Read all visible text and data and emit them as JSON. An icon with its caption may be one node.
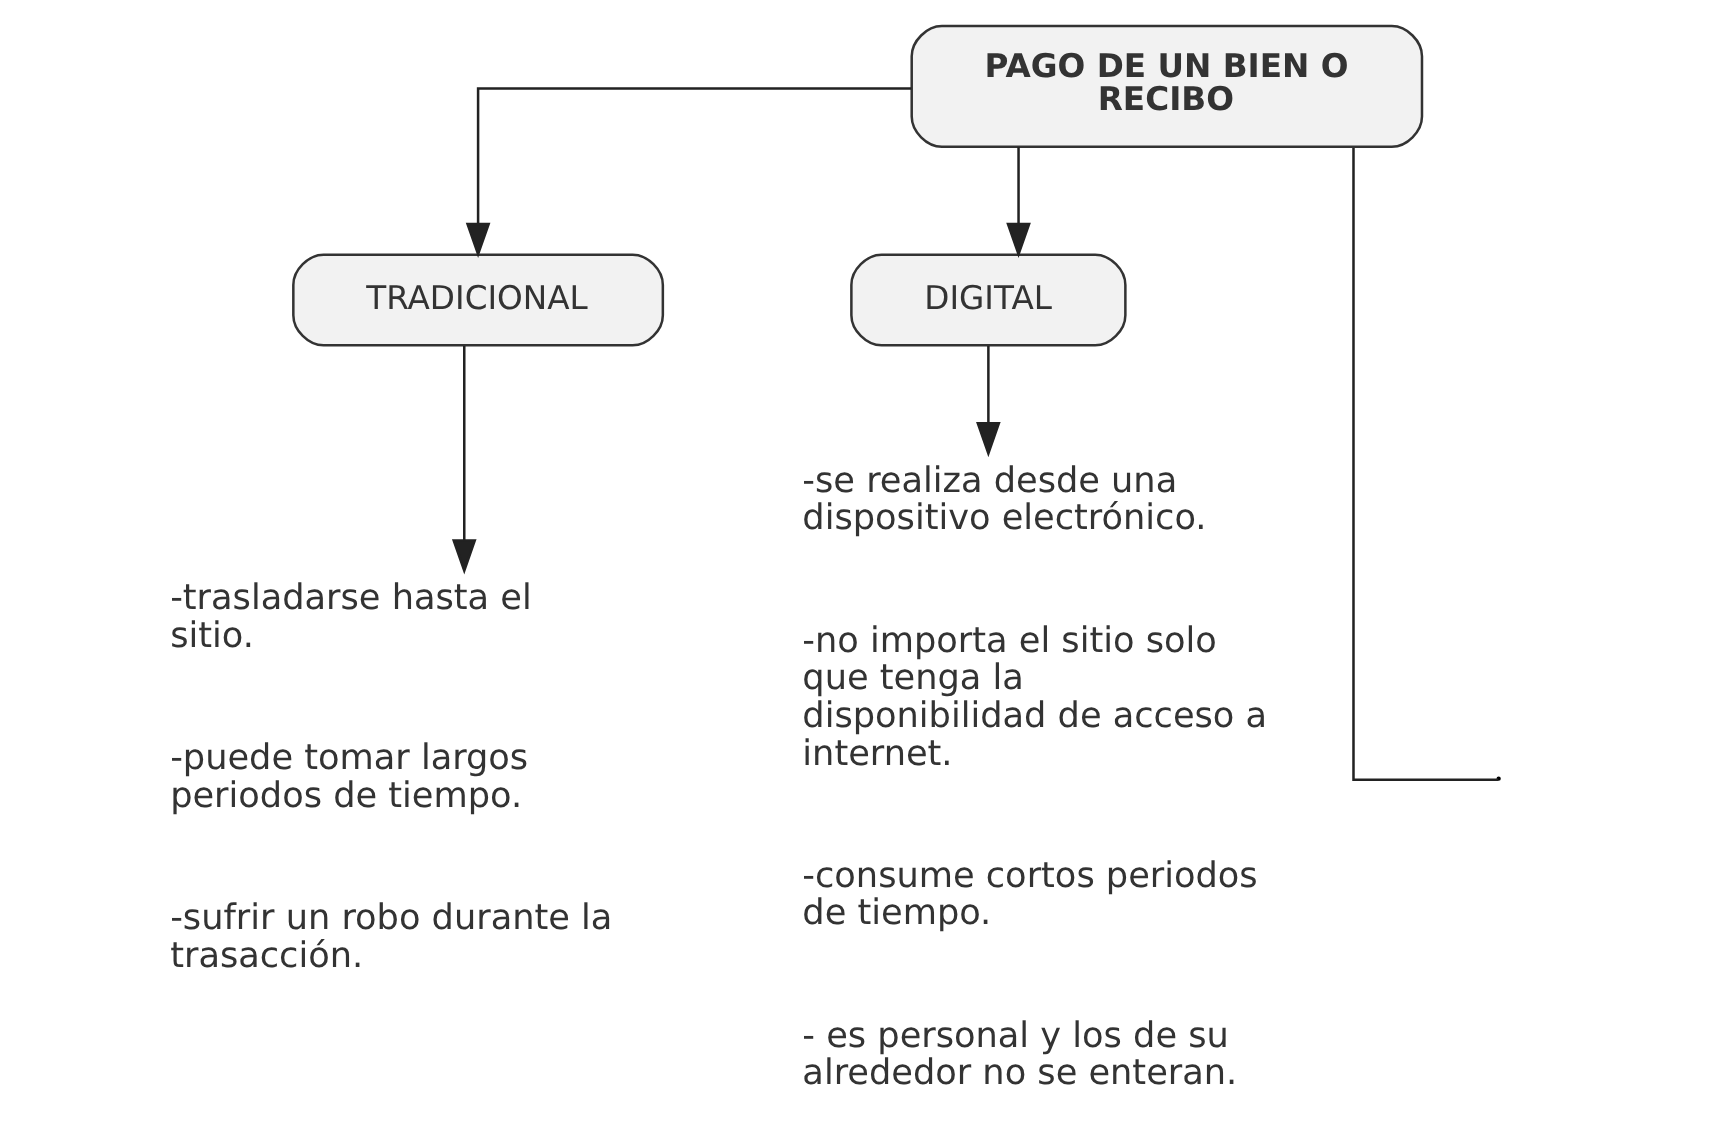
{
  "diagram": {
    "nodes": [
      {
        "text": [
          "PAGO DE UN BIEN O RECIBO"
        ]
      },
      {
        "text": [
          "TRADICIONAL"
        ]
      },
      {
        "text": [
          "DIGITAL"
        ]
      },
      {
        "text": [
          "-trasladarse hasta el sitio.",
          "-puede tomar largos periodos de tiempo.",
          "-sufrir un robo durante la trasacción."
        ]
      },
      {
        "text": [
          "-se realiza desde una dispositivo electrónico.",
          "-no importa el sitio solo que tenga la disponibilidad de acceso a internet.",
          "-consume cortos periodos de tiempo.",
          "- es personal y los de su alrededor no se enteran."
        ]
      }
    ],
    "edges": [
      {
        "from": 0,
        "to": 1,
        "arrow": "to"
      },
      {
        "from": 0,
        "to": 2,
        "arrow": "to"
      },
      {
        "from": 1,
        "to": 3,
        "arrow": "to"
      },
      {
        "from": 2,
        "to": 4,
        "arrow": "to"
      },
      {
        "from": 0,
        "to": null,
        "arrow": "none"
      }
    ]
  }
}
